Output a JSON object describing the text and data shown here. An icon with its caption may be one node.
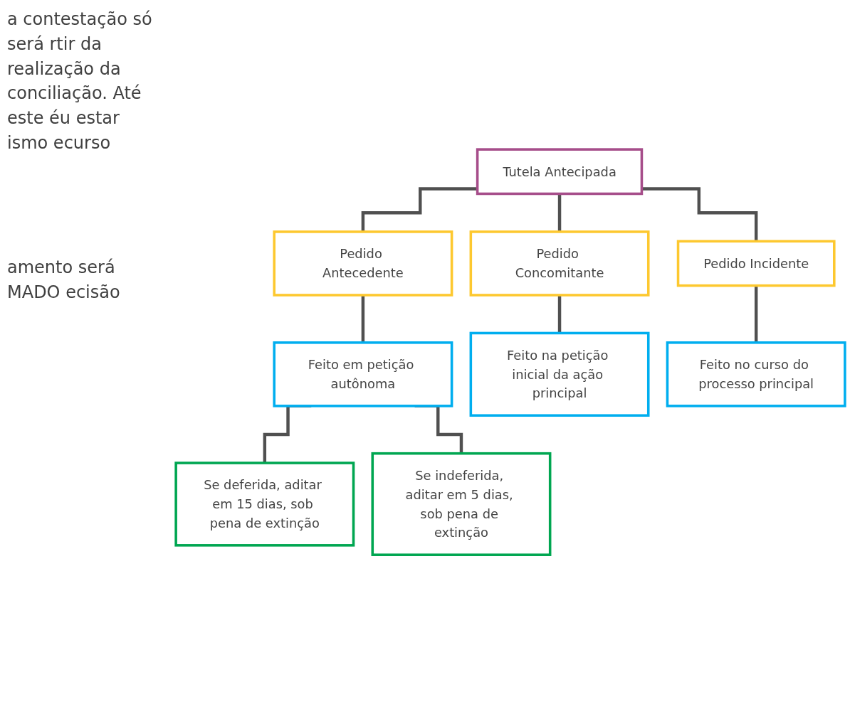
{
  "diagram": {
    "nodes": [
      {
        "text": [
          "Tutela Antecipada"
        ]
      },
      {
        "text": [
          "Pedido Antecedente"
        ]
      },
      {
        "text": [
          "Pedido Concomitante"
        ]
      },
      {
        "text": [
          "Pedido Incidente"
        ]
      },
      {
        "text": [
          "Feito em petição autônoma"
        ]
      },
      {
        "text": [
          "Feito na petição inicial da ação principal"
        ]
      },
      {
        "text": [
          "Feito no curso do processo principal"
        ]
      },
      {
        "text": [
          "Se deferida, aditar em 15 dias, sob pena de extinção"
        ]
      },
      {
        "text": [
          "Se indeferida, aditar em 5 dias, sob pena de extinção"
        ]
      }
    ],
    "edges": [
      {
        "from": 0,
        "to": 1,
        "arrow": "none"
      },
      {
        "from": 0,
        "to": 2,
        "arrow": "none"
      },
      {
        "from": 0,
        "to": 3,
        "arrow": "none"
      },
      {
        "from": 1,
        "to": 4,
        "arrow": "none"
      },
      {
        "from": 2,
        "to": 5,
        "arrow": "none"
      },
      {
        "from": 3,
        "to": 6,
        "arrow": "none"
      },
      {
        "from": 4,
        "to": 7,
        "arrow": "none"
      },
      {
        "from": 4,
        "to": 8,
        "arrow": "none"
      }
    ],
    "labels": [
      "a contestação só será rtir da realização da conciliação. Até este éu estar ismo ecurso",
      "amento será MADO ecisão"
    ]
  }
}
